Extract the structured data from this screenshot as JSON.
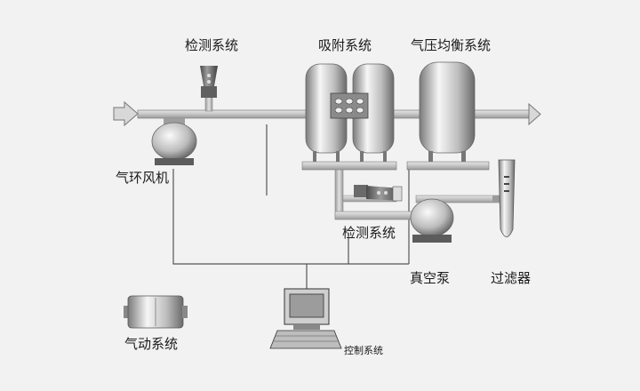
{
  "labels": {
    "detect_top": "检测系统",
    "adsorption": "吸附系统",
    "pressure_balance": "气压均衡系统",
    "ring_blower": "气环风机",
    "detect_bottom": "检测系统",
    "vacuum_pump": "真空泵",
    "filter": "过滤器",
    "pneumatic": "气动系统",
    "control": "控制系统"
  },
  "colors": {
    "background": "#f2f2f2",
    "pipe": "#b9b9b9",
    "line": "#555555",
    "equipment_light": "#f4f4f4",
    "equipment_dark": "#6e6e6e"
  }
}
